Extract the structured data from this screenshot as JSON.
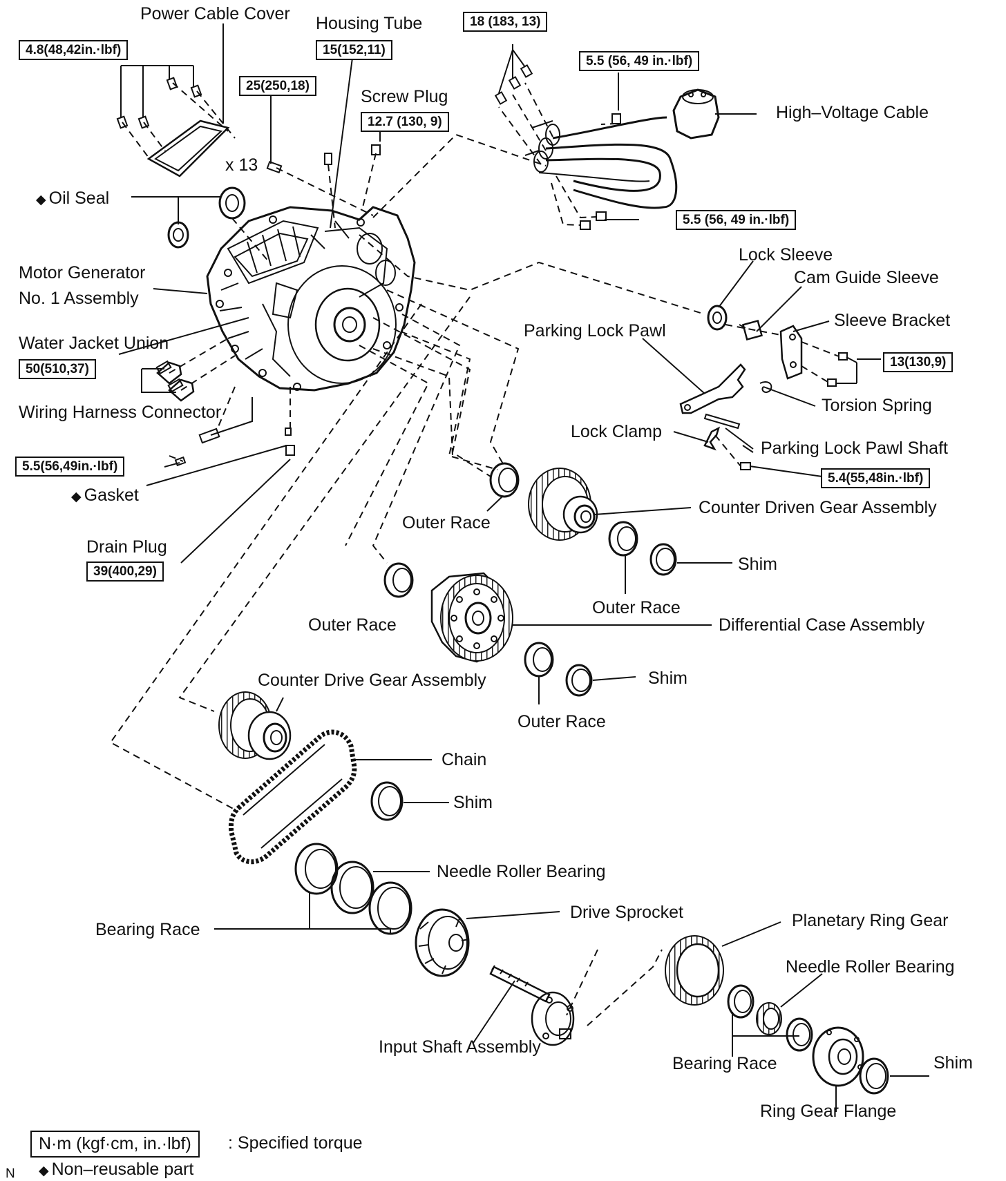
{
  "labels": {
    "power_cable_cover": "Power Cable Cover",
    "housing_tube": "Housing Tube",
    "screw_plug": "Screw Plug",
    "high_voltage_cable": "High–Voltage Cable",
    "count": "x 13",
    "oil_seal": "Oil Seal",
    "motor_generator_1": "Motor Generator",
    "motor_generator_2": "No. 1 Assembly",
    "water_jacket_union": "Water Jacket Union",
    "wiring_harness_connector": "Wiring Harness Connector",
    "gasket": "Gasket",
    "drain_plug": "Drain Plug",
    "lock_sleeve": "Lock Sleeve",
    "cam_guide_sleeve": "Cam Guide Sleeve",
    "sleeve_bracket": "Sleeve Bracket",
    "parking_lock_pawl": "Parking Lock Pawl",
    "torsion_spring": "Torsion Spring",
    "lock_clamp": "Lock Clamp",
    "parking_lock_pawl_shaft": "Parking Lock Pawl Shaft",
    "outer_race_1": "Outer Race",
    "counter_driven_gear": "Counter Driven Gear Assembly",
    "shim_1": "Shim",
    "outer_race_2": "Outer Race",
    "outer_race_3": "Outer Race",
    "differential_case": "Differential Case Assembly",
    "counter_drive_gear": "Counter Drive Gear Assembly",
    "shim_2": "Shim",
    "outer_race_4": "Outer Race",
    "chain": "Chain",
    "shim_3": "Shim",
    "needle_roller_bearing_1": "Needle Roller Bearing",
    "bearing_race_1": "Bearing Race",
    "drive_sprocket": "Drive Sprocket",
    "planetary_ring_gear": "Planetary Ring Gear",
    "needle_roller_bearing_2": "Needle Roller Bearing",
    "input_shaft": "Input Shaft Assembly",
    "bearing_race_2": "Bearing Race",
    "shim_4": "Shim",
    "ring_gear_flange": "Ring Gear Flange"
  },
  "torques": {
    "power_cable_cover": "4.8(48,42in.·lbf)",
    "housing_tube": "15(152,11)",
    "bolts_x13": "25(250,18)",
    "screw_plug": "12.7 (130, 9)",
    "hv_cable_18": "18 (183, 13)",
    "hv_cable_top": "5.5 (56, 49 in.·lbf)",
    "hv_cable_bottom": "5.5 (56, 49 in.·lbf)",
    "water_jacket_union": "50(510,37)",
    "wiring_harness": "5.5(56,49in.·lbf)",
    "drain_plug": "39(400,29)",
    "sleeve_bracket": "13(130,9)",
    "lock_clamp": "5.4(55,48in.·lbf)"
  },
  "legend": {
    "torque_box": "N·m (kgf·cm, in.·lbf)",
    "torque_text": ": Specified torque",
    "nonreusable_text": "Non–reusable part",
    "corner": "N"
  },
  "icons": {
    "nonreusable": "diamond-icon"
  }
}
